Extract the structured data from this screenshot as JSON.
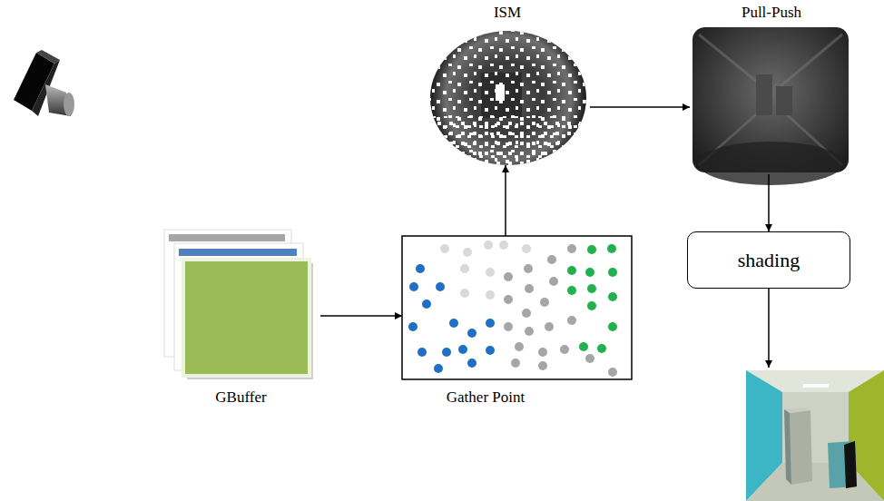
{
  "diagram": {
    "nodes": [
      {
        "text": [
          "ISM"
        ]
      },
      {
        "text": [
          "Pull-Push"
        ]
      },
      {
        "text": [
          "GBuffer"
        ]
      },
      {
        "text": [
          "Gather Point"
        ]
      },
      {
        "text": [
          "shading"
        ]
      }
    ],
    "edges": [
      {
        "from": 2,
        "to": 3,
        "arrow": "to"
      },
      {
        "from": 3,
        "to": 0,
        "arrow": "to"
      },
      {
        "from": 0,
        "to": 1,
        "arrow": "to"
      },
      {
        "from": 1,
        "to": 4,
        "arrow": "to"
      }
    ]
  }
}
